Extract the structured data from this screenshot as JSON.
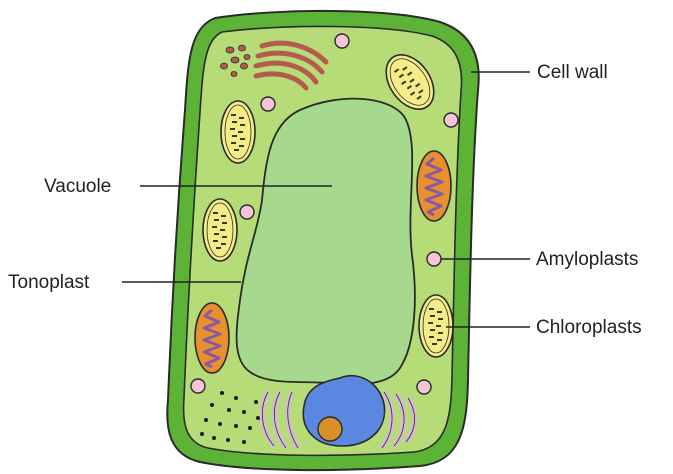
{
  "labels": {
    "cell_wall": "Cell wall",
    "vacuole": "Vacuole",
    "tonoplast": "Tonoplast",
    "amyloplasts": "Amyloplasts",
    "chloroplasts": "Chloroplasts"
  },
  "colors": {
    "cell_wall": "#5cb336",
    "cytoplasm": "#b6dc78",
    "vacuole": "#a6d98e",
    "golgi": "#b45a4e",
    "amyloplast": "#f5c4d6",
    "chloroplast": "#f4ec88",
    "chloroplast_thylakoid": "#3a3a1a",
    "mitochondrion": "#e8902e",
    "mitochondrion_inner": "#8a5aa0",
    "nucleus": "#5a88e0",
    "nucleolus": "#d89028",
    "er": "#d8b8d8",
    "outline": "#2a2a2a"
  }
}
